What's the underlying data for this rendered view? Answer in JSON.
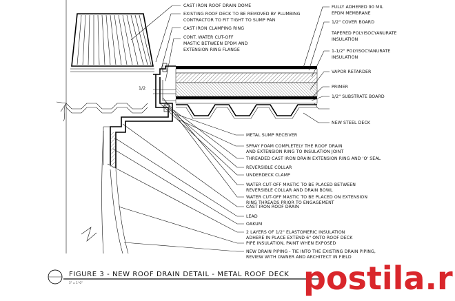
{
  "labels": [
    "CAST IRON ROOF DRAIN DOME",
    "EXISTING ROOF DECK TO BE REMOVED BY PLUMBING",
    "CONTRACTOR TO FIT TIGHT TO SUMP PAN",
    "CAST IRON CLAMPING RING",
    "CONT. WATER CUT-OFF",
    "MASTIC BETWEEN EPDM AND",
    "EXTENSION RING FLANGE",
    "FULLY ADHERED 90 MIL",
    "EPDM MEMBRANE",
    "1/2\" COVER BOARD",
    "TAPERED POLYISOCYANURATE",
    "INSULATION",
    "1-1/2\" POLYISOCYANURATE",
    "INSULATION",
    "VAPOR RETARDER",
    "PRIMER",
    "1/2\" SUBSTRATE BOARD",
    "NEW STEEL DECK",
    "METAL SUMP RECEIVER",
    "SPRAY FOAM COMPLETELY THE ROOF DRAIN",
    "AND EXTENSION RING TO INSULATION JOINT",
    "THREADED CAST IRON DRAIN EXTENSION RING AND 'O' SEAL",
    "REVERSIBLE COLLAR",
    "UNDERDECK CLAMP",
    "WATER CUT-OFF MASTIC TO BE PLACED BETWEEN",
    "REVERSIBLE COLLAR AND DRAIN BOWL",
    "WATER CUT-OFF MASTIC TO BE PLACED ON EXTENSION",
    "RING THREADS PRIOR TO ENGAGEMENT",
    "CAST IRON ROOF DRAIN",
    "LEAD",
    "OAKUM",
    "2 LAYERS OF 1/2\" ELASTOMERIC INSULATION",
    "ADHERE IN PLACE EXTEND 6\" ONTO ROOF DECK",
    "PIPE INSULATION, PAINT WHEN EXPOSED",
    "NEW DRAIN PIPING - TIE INTO THE EXISTING DRAIN PIPING,",
    "REVIEW WITH OWNER AND ARCHITECT IN FIELD"
  ],
  "slope_note": "1/2",
  "caption": "FIGURE 3 - NEW ROOF DRAIN DETAIL - METAL ROOF DECK",
  "scale": "3\" = 1'-0\"",
  "watermark": "postila.ru"
}
